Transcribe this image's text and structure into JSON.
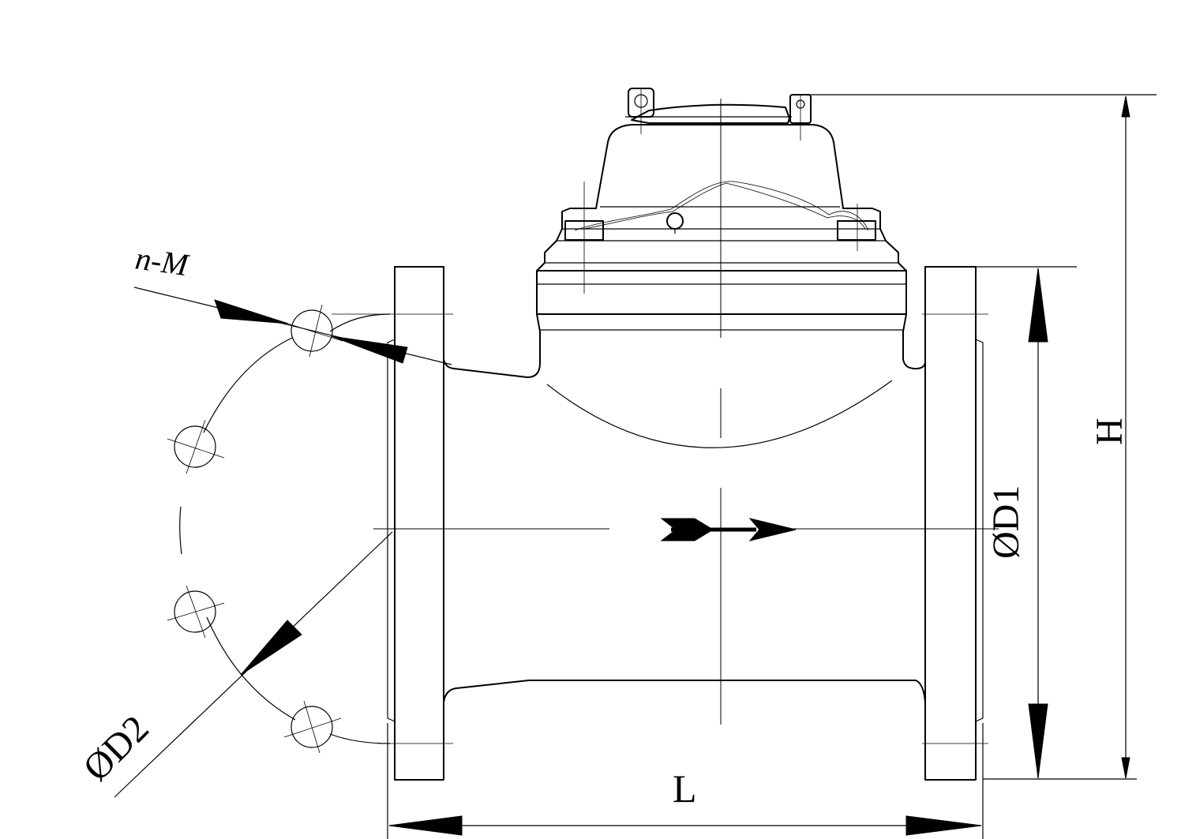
{
  "labels": {
    "bolt_spec": "n-M",
    "bolt_circle_diameter": "ØD2",
    "flange_diameter": "ØD1",
    "height": "H",
    "length": "L"
  },
  "colors": {
    "line": "#000000",
    "background": "#ffffff"
  }
}
